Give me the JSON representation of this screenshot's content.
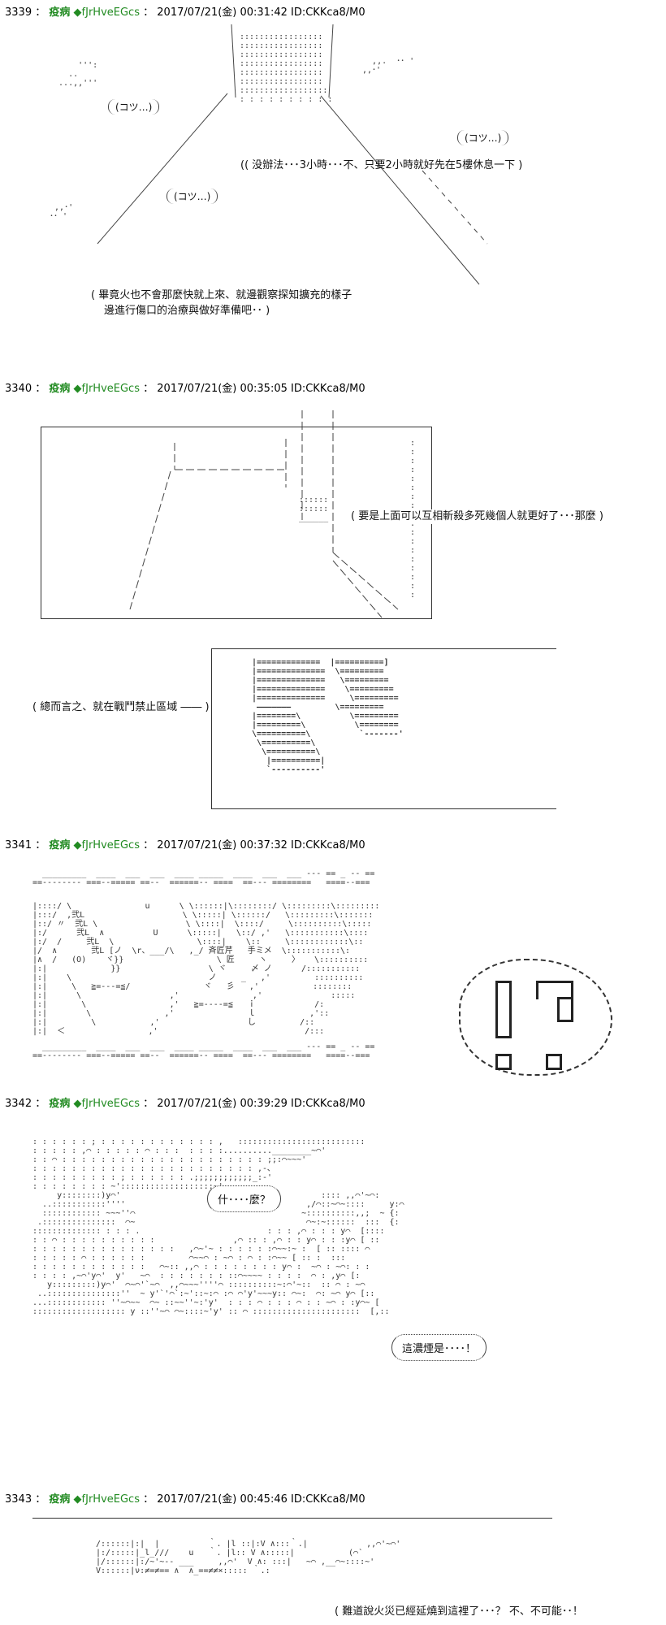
{
  "posts": [
    {
      "number": "3339",
      "name": "疫病",
      "trip": "◆fJrHveEGcs",
      "meta": "2017/07/21(金) 00:31:42 ID:CKKca8/M0",
      "bubbles": [
        "(コツ…)",
        "(コツ…)",
        "(コツ…)"
      ],
      "speech": "(( 没辦法･･･3小時･･･不、只要2小時就好先在5樓休息一下 )",
      "narration_lines": [
        "( 畢竟火也不會那麼快就上來、就邊觀察探知擴充的樣子",
        "邊進行傷口的治療與做好準備吧･･ )"
      ]
    },
    {
      "number": "3340",
      "name": "疫病",
      "trip": "◆fJrHveEGcs",
      "meta": "2017/07/21(金) 00:35:05 ID:CKKca8/M0",
      "speech_top": "( 要是上面可以互相斬殺多死幾個人就更好了･･･那麼 )",
      "speech_bottom": "( 總而言之、就在戰鬥禁止區域 ―― )"
    },
    {
      "number": "3341",
      "name": "疫病",
      "trip": "◆fJrHveEGcs",
      "meta": "2017/07/21(金) 00:37:32 ID:CKKca8/M0",
      "exclaim": "!?"
    },
    {
      "number": "3342",
      "name": "疫病",
      "trip": "◆fJrHveEGcs",
      "meta": "2017/07/21(金) 00:39:29 ID:CKKca8/M0",
      "bubble_1": "什････麼？",
      "bubble_2": "這濃煙是････！"
    },
    {
      "number": "3343",
      "name": "疫病",
      "trip": "◆fJrHveEGcs",
      "meta": "2017/07/21(金) 00:45:46 ID:CKKca8/M0",
      "speech": "( 難道說火災已經延燒到這裡了･･･？ 不、不可能･･！"
    }
  ],
  "icons": {
    "diamond": "diamond-icon"
  }
}
